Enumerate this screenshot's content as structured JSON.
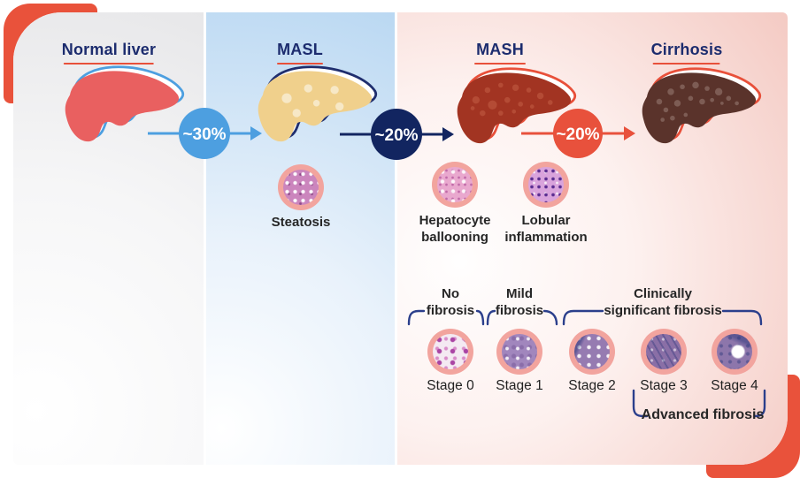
{
  "stages": [
    {
      "id": "normal",
      "title": "Normal liver"
    },
    {
      "id": "masl",
      "title": "MASL",
      "histology": [
        {
          "label": "Steatosis"
        }
      ]
    },
    {
      "id": "mash",
      "title": "MASH",
      "histology": [
        {
          "label": "Hepatocyte ballooning"
        },
        {
          "label": "Lobular inflammation"
        }
      ]
    },
    {
      "id": "cirrhosis",
      "title": "Cirrhosis"
    }
  ],
  "transitions": [
    {
      "from": "normal",
      "to": "masl",
      "label": "~30%"
    },
    {
      "from": "masl",
      "to": "mash",
      "label": "~20%"
    },
    {
      "from": "mash",
      "to": "cirrhosis",
      "label": "~20%"
    }
  ],
  "fibrosis_scale": {
    "groups": {
      "none": "No fibrosis",
      "mild": "Mild fibrosis",
      "clinically_significant": "Clinically significant fibrosis",
      "advanced": "Advanced fibrosis"
    },
    "stages": [
      "Stage 0",
      "Stage 1",
      "Stage 2",
      "Stage 3",
      "Stage 4"
    ]
  },
  "colors": {
    "accent_red": "#E8503A",
    "title_navy": "#1C2C6E",
    "bracket_navy": "#2B3F8C",
    "arrow_blue": "#4D9FE0",
    "arrow_navy": "#122560",
    "arrow_red": "#E8513C",
    "liver_normal": "#E96060",
    "liver_masl": "#F0D08C",
    "liver_mash": "#A23422",
    "liver_cirrhosis": "#5A332B",
    "histology_ring": "#F2A49E"
  }
}
